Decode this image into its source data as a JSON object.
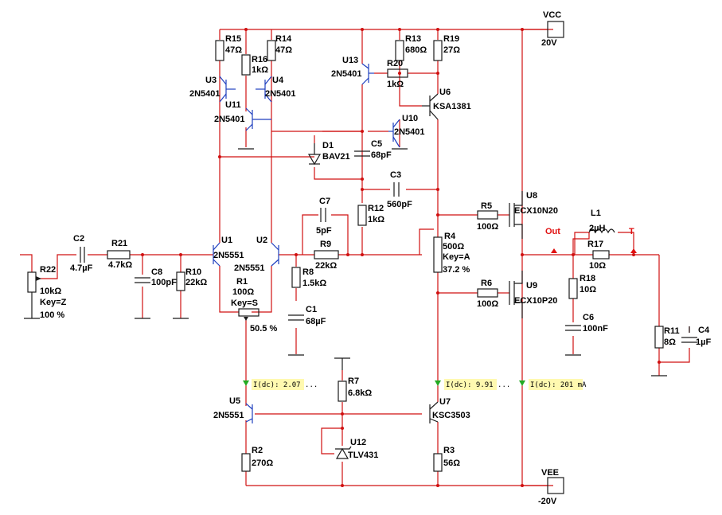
{
  "ports": {
    "vcc": {
      "name": "VCC",
      "value": "20V"
    },
    "vee": {
      "name": "VEE",
      "value": "-20V"
    },
    "out": "Out",
    "t": "T"
  },
  "components": {
    "R22": {
      "ref": "R22",
      "v1": "10kΩ",
      "v2": "Key=Z",
      "v3": "100 %"
    },
    "C2": {
      "ref": "C2",
      "v1": "4.7µF"
    },
    "R21": {
      "ref": "R21",
      "v1": "4.7kΩ"
    },
    "C8": {
      "ref": "C8",
      "v1": "100pF"
    },
    "R10": {
      "ref": "R10",
      "v1": "22kΩ"
    },
    "U1": {
      "ref": "U1",
      "v1": "2N5551"
    },
    "U2": {
      "ref": "U2",
      "v1": "2N5551"
    },
    "R1": {
      "ref": "R1",
      "v1": "100Ω",
      "v2": "Key=S",
      "v3": "50.5 %"
    },
    "R15": {
      "ref": "R15",
      "v1": "47Ω"
    },
    "R16": {
      "ref": "R16",
      "v1": "1kΩ"
    },
    "R14": {
      "ref": "R14",
      "v1": "47Ω"
    },
    "U3": {
      "ref": "U3",
      "v1": "2N5401"
    },
    "U4": {
      "ref": "U4",
      "v1": "2N5401"
    },
    "U11": {
      "ref": "U11",
      "v1": "2N5401"
    },
    "U13": {
      "ref": "U13",
      "v1": "2N5401"
    },
    "R13": {
      "ref": "R13",
      "v1": "680Ω"
    },
    "R20": {
      "ref": "R20",
      "v1": "1kΩ"
    },
    "R19": {
      "ref": "R19",
      "v1": "27Ω"
    },
    "U6": {
      "ref": "U6",
      "v1": "KSA1381"
    },
    "U10": {
      "ref": "U10",
      "v1": "2N5401"
    },
    "D1": {
      "ref": "D1",
      "v1": "BAV21"
    },
    "C5": {
      "ref": "C5",
      "v1": "68pF"
    },
    "C3": {
      "ref": "C3",
      "v1": "560pF"
    },
    "C7": {
      "ref": "C7",
      "v1": "5pF"
    },
    "R9": {
      "ref": "R9",
      "v1": "22kΩ"
    },
    "R12": {
      "ref": "R12",
      "v1": "1kΩ"
    },
    "R8": {
      "ref": "R8",
      "v1": "1.5kΩ"
    },
    "C1": {
      "ref": "C1",
      "v1": "68µF"
    },
    "R4": {
      "ref": "R4",
      "v1": "500Ω",
      "v2": "Key=A",
      "v3": "37.2 %"
    },
    "R5": {
      "ref": "R5",
      "v1": "100Ω"
    },
    "R6": {
      "ref": "R6",
      "v1": "100Ω"
    },
    "U8": {
      "ref": "U8",
      "v1": "ECX10N20"
    },
    "U9": {
      "ref": "U9",
      "v1": "ECX10P20"
    },
    "L1": {
      "ref": "L1",
      "v1": "2µH"
    },
    "R17": {
      "ref": "R17",
      "v1": "10Ω"
    },
    "R18": {
      "ref": "R18",
      "v1": "10Ω"
    },
    "C6": {
      "ref": "C6",
      "v1": "100nF"
    },
    "R11": {
      "ref": "R11",
      "v1": "8Ω"
    },
    "C4": {
      "ref": "C4",
      "v1": "1µF"
    },
    "U5": {
      "ref": "U5",
      "v1": "2N5551"
    },
    "R2": {
      "ref": "R2",
      "v1": "270Ω"
    },
    "R7": {
      "ref": "R7",
      "v1": "6.8kΩ"
    },
    "U12": {
      "ref": "U12",
      "v1": "TLV431"
    },
    "U7": {
      "ref": "U7",
      "v1": "KSC3503"
    },
    "R3": {
      "ref": "R3",
      "v1": "56Ω"
    }
  },
  "probes": [
    {
      "text": "I(dc): 2.07 ..."
    },
    {
      "text": "I(dc): 9.91 ..."
    },
    {
      "text": "I(dc): 201 mA"
    }
  ],
  "colors": {
    "wire": "#d01010",
    "component": "#1a1a1a",
    "transistor": "#1f3fbf",
    "probe_bg": "#fff9b0",
    "probe_arrow": "#22aa22"
  }
}
